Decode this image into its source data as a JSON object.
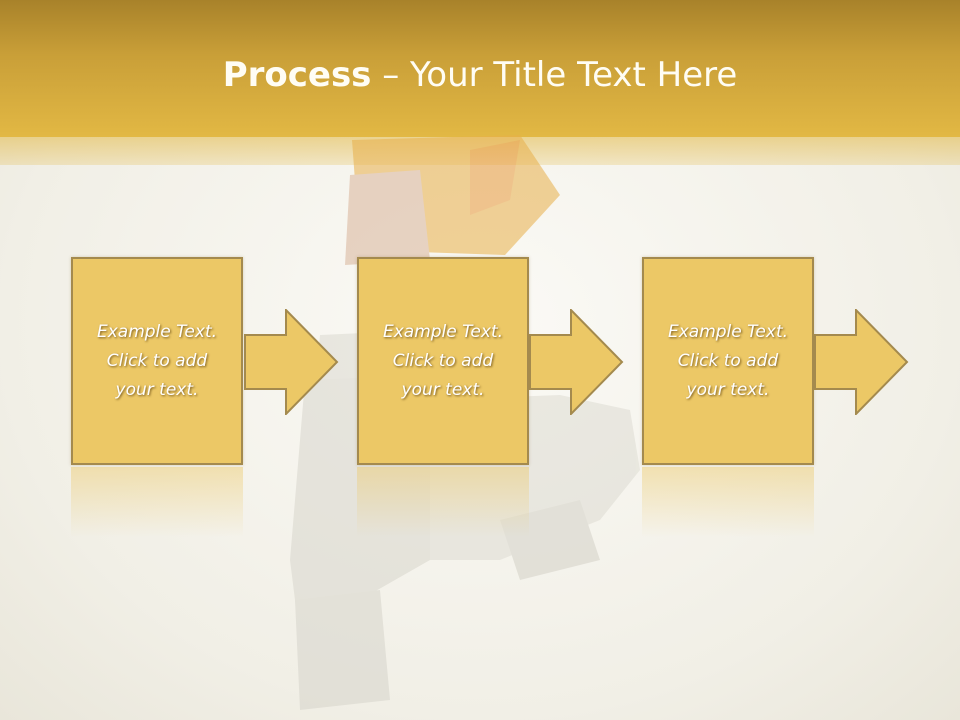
{
  "slide": {
    "title_bold": "Process",
    "title_rest": " – Your Title Text Here",
    "steps": [
      {
        "text": "Example Text.\nClick  to add\nyour text."
      },
      {
        "text": "Example Text.\nClick  to add\nyour text."
      },
      {
        "text": "Example Text.\nClick  to add\nyour text."
      }
    ]
  },
  "colors": {
    "header": "#e2b844",
    "box_fill": "#ecc866",
    "box_border": "#a48a4e",
    "text": "#ffffff"
  },
  "icons": {
    "step_arrow": "right-arrow-icon"
  }
}
